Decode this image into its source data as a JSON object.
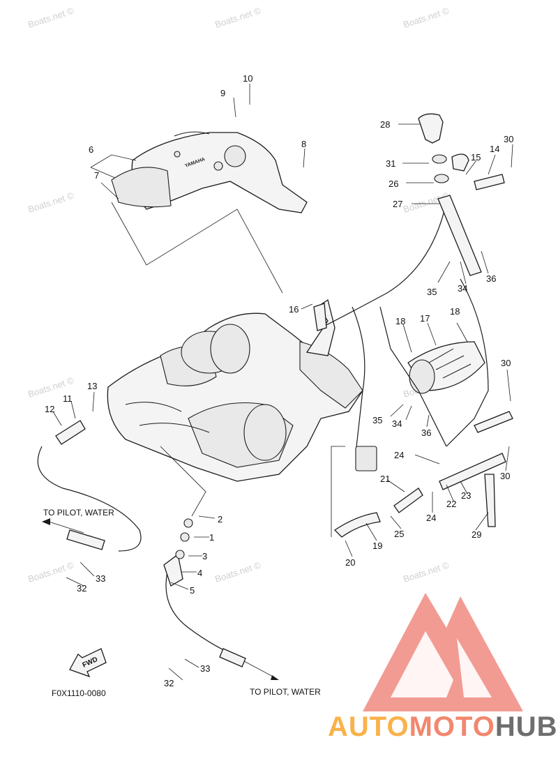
{
  "watermark_text": "Boats.net ©",
  "diagram_code": "F0X1110-0080",
  "directions": {
    "to_pilot_water_left": "TO PILOT, WATER",
    "to_pilot_water_bottom": "TO PILOT, WATER"
  },
  "fwd_label": "FWD",
  "cover_brand": "YAMAHA",
  "logo": {
    "part1": "AUTO",
    "part2": "MOTO",
    "part3": "HUB"
  },
  "colors": {
    "logo_red": "#f08a80",
    "logo_orange": "#f9b24b",
    "logo_salmon": "#f2876e",
    "logo_gray": "#6e6e6e"
  },
  "callouts": {
    "n1": "1",
    "n2": "2",
    "n3": "3",
    "n4": "4",
    "n5": "5",
    "n6": "6",
    "n7": "7",
    "n8": "8",
    "n9": "9",
    "n10": "10",
    "n11": "11",
    "n12": "12",
    "n13": "13",
    "n14": "14",
    "n15": "15",
    "n16": "16",
    "n17": "17",
    "n18a": "18",
    "n18b": "18",
    "n19": "19",
    "n20": "20",
    "n21": "21",
    "n22": "22",
    "n23": "23",
    "n24a": "24",
    "n24b": "24",
    "n25": "25",
    "n26": "26",
    "n27": "27",
    "n28": "28",
    "n29": "29",
    "n30a": "30",
    "n30b": "30",
    "n30c": "30",
    "n31": "31",
    "n32a": "32",
    "n32b": "32",
    "n33a": "33",
    "n33b": "33",
    "n34a": "34",
    "n34b": "34",
    "n35a": "35",
    "n35b": "35",
    "n36a": "36",
    "n36b": "36"
  }
}
